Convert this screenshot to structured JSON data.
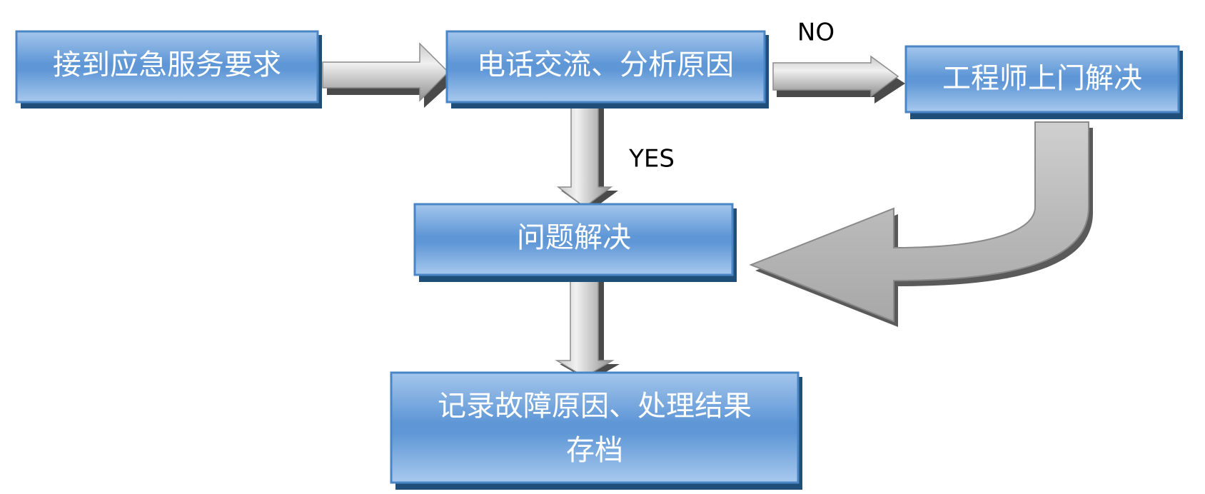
{
  "nodes": {
    "receive": "接到应急服务要求",
    "analyze": "电话交流、分析原因",
    "engineer": "工程师上门解决",
    "solved": "问题解决",
    "record_line1": "记录故障原因、处理结果",
    "record_line2": "存档"
  },
  "edges": {
    "no_label": "NO",
    "yes_label": "YES"
  },
  "colors": {
    "box_top": "#8db4e2",
    "box_mid": "#5b93d3",
    "box_bottom": "#9cc0e8",
    "box_border": "#4f81bd",
    "box_shadow": "#1f4e79",
    "arrow_light": "#d9d9d9",
    "arrow_dark": "#9a9a9a"
  }
}
